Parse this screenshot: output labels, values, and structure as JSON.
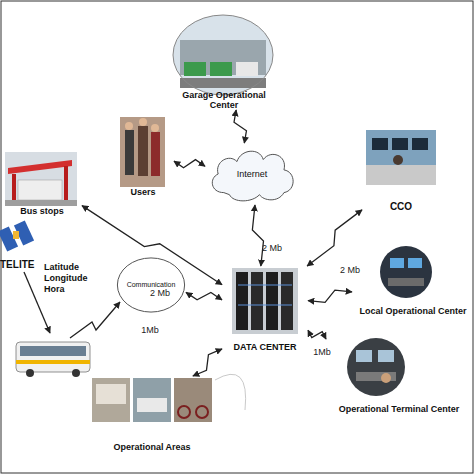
{
  "diagram": {
    "nodes": [
      {
        "text": [
          "Garage Operational Center"
        ]
      },
      {
        "text": [
          "Users"
        ]
      },
      {
        "text": [
          "Internet"
        ]
      },
      {
        "text": [
          "CCO"
        ]
      },
      {
        "text": [
          "Bus stops"
        ]
      },
      {
        "text": [
          "TELITE"
        ]
      },
      {
        "text": [
          "Communication"
        ]
      },
      {
        "text": [
          "DATA CENTER"
        ]
      },
      {
        "text": [
          "Local Operational Center"
        ]
      },
      {
        "text": [
          "Operational Areas"
        ]
      },
      {
        "text": [
          "Operational Terminal Center"
        ]
      }
    ],
    "edges": [
      {
        "from": 1,
        "to": 2,
        "arrow": "both"
      },
      {
        "from": 0,
        "to": 2,
        "arrow": "both"
      },
      {
        "from": 2,
        "to": 7,
        "arrow": "both"
      },
      {
        "from": 3,
        "to": 7,
        "label": "2 Mb",
        "arrow": "both"
      },
      {
        "from": 4,
        "to": 7,
        "label": "2 Mb",
        "arrow": "both"
      },
      {
        "from": 6,
        "to": 7,
        "arrow": "both"
      },
      {
        "from": 7,
        "to": 8,
        "label": "2 Mb",
        "arrow": "both"
      },
      {
        "from": 9,
        "to": 7,
        "label": "1Mb",
        "arrow": "both"
      },
      {
        "from": 7,
        "to": 10,
        "label": "1Mb",
        "arrow": "both"
      }
    ],
    "labels": [
      "Latitude Longitude Hora"
    ]
  }
}
